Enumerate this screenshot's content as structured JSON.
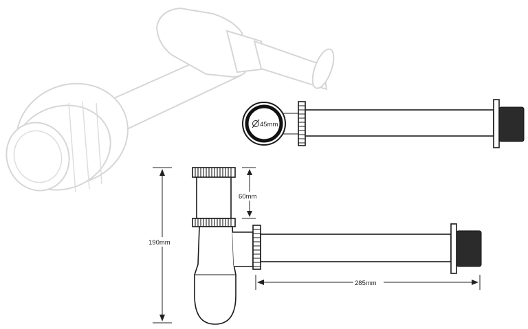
{
  "diagram": {
    "dimension_labels": {
      "diameter": "45mm",
      "height_total": "190mm",
      "height_top": "60mm",
      "length_pipe": "285mm"
    },
    "colors": {
      "line": "#1a1a1a",
      "faint": "#d6d6d6",
      "cap": "#2b2b2b",
      "background": "#ffffff"
    }
  }
}
